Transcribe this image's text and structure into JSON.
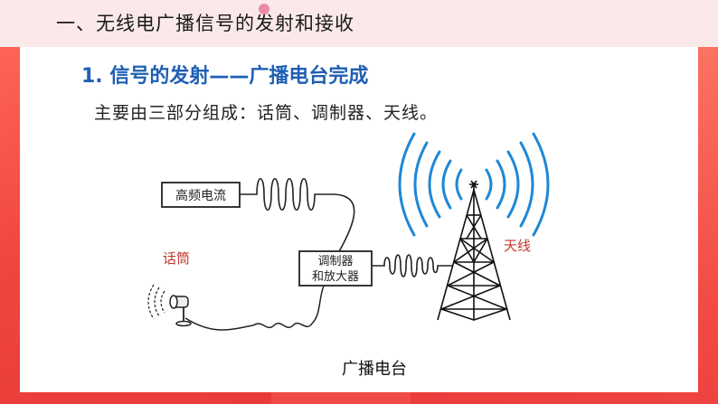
{
  "header": {
    "title": "一、无线电广播信号的发射和接收"
  },
  "section": {
    "number": "1.",
    "title": "信号的发射——广播电台完成"
  },
  "subtitle": "主要由三部分组成：话筒、调制器、天线。",
  "diagram": {
    "box_high_freq": "高频电流",
    "box_modulator_line1": "调制器",
    "box_modulator_line2": "和放大器",
    "label_microphone": "话筒",
    "label_antenna": "天线",
    "caption": "广播电台"
  },
  "colors": {
    "accent_red": "#f04a44",
    "title_blue": "#1f5fb4",
    "wave_blue": "#1e88d6",
    "label_red": "#c0392b"
  }
}
